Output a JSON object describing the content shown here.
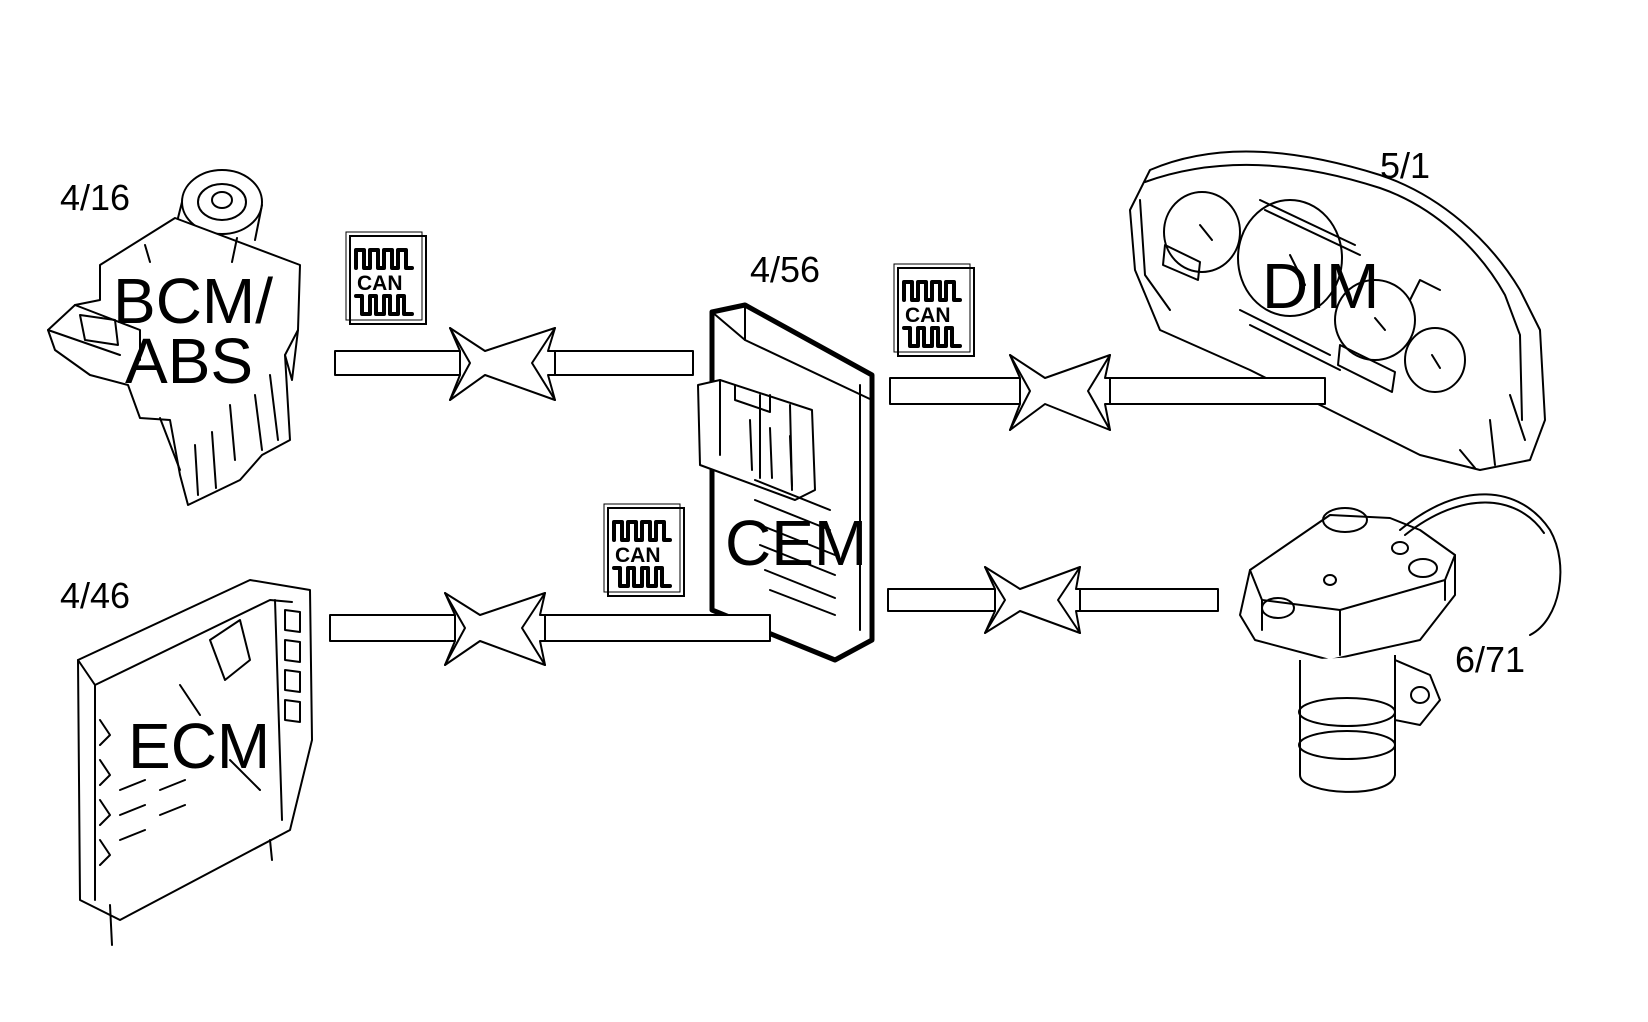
{
  "components": {
    "bcm_abs": {
      "ref": "4/16",
      "label_line1": "BCM/",
      "label_line2": "ABS"
    },
    "cem": {
      "ref": "4/56",
      "label": "CEM"
    },
    "dim": {
      "ref": "5/1",
      "label": "DIM"
    },
    "ecm": {
      "ref": "4/46",
      "label": "ECM"
    },
    "sensor": {
      "ref": "6/71"
    }
  },
  "can_badges": [
    {
      "label": "CAN"
    },
    {
      "label": "CAN"
    },
    {
      "label": "CAN"
    }
  ],
  "colors": {
    "ink": "#000000",
    "paper": "#ffffff"
  },
  "icons": [
    "can-bus-icon",
    "connection-arrow-icon"
  ]
}
